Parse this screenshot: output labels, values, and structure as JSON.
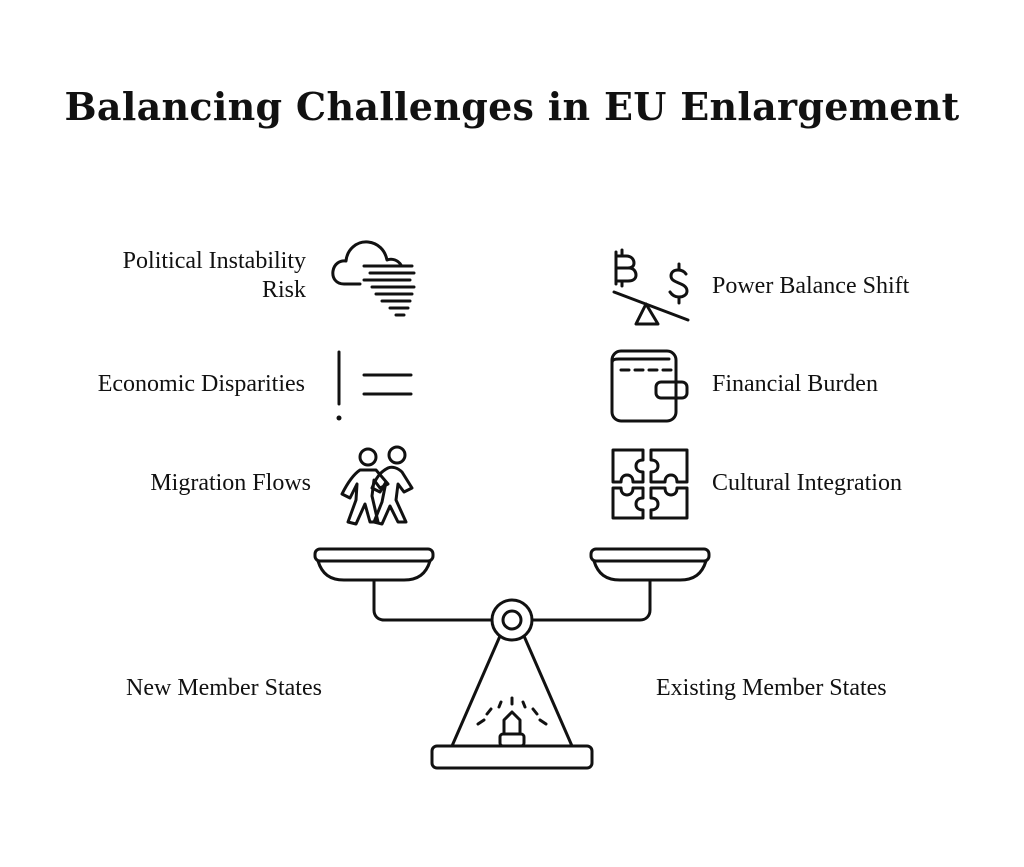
{
  "title": "Balancing Challenges in EU Enlargement",
  "left_side": {
    "group_label": "New Member States",
    "items": [
      {
        "label_line1": "Political Instability",
        "label_line2": "Risk",
        "icon": "storm-cloud-icon"
      },
      {
        "label": "Economic Disparities",
        "icon": "exclamation-lines-icon"
      },
      {
        "label": "Migration Flows",
        "icon": "walking-people-icon"
      }
    ]
  },
  "right_side": {
    "group_label": "Existing Member States",
    "items": [
      {
        "label": "Power Balance Shift",
        "icon": "bitcoin-dollar-seesaw-icon"
      },
      {
        "label": "Financial Burden",
        "icon": "wallet-icon"
      },
      {
        "label": "Cultural Integration",
        "icon": "puzzle-pieces-icon"
      }
    ]
  },
  "colors": {
    "ink": "#111111",
    "background": "#ffffff"
  }
}
